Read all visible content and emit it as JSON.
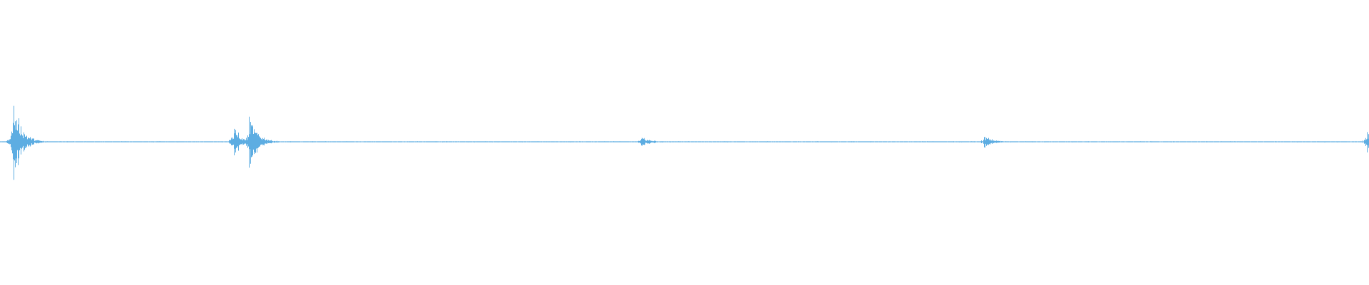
{
  "waveform": {
    "color": "#5dade2",
    "events": [
      {
        "time_fraction": 0.0095,
        "amplitude": 1.0,
        "decay": 0.55,
        "kind": "strong"
      },
      {
        "time_fraction": 0.171,
        "amplitude": 0.45,
        "decay": 0.35,
        "kind": "pre"
      },
      {
        "time_fraction": 0.182,
        "amplitude": 0.6,
        "decay": 0.6,
        "kind": "strong"
      },
      {
        "time_fraction": 0.468,
        "amplitude": 0.1,
        "decay": 0.8,
        "kind": "soft"
      },
      {
        "time_fraction": 0.719,
        "amplitude": 0.14,
        "decay": 0.6,
        "kind": "soft"
      },
      {
        "time_fraction": 0.9985,
        "amplitude": 0.26,
        "decay": 0.15,
        "kind": "edge"
      }
    ],
    "baseline_noise": 0.008
  }
}
